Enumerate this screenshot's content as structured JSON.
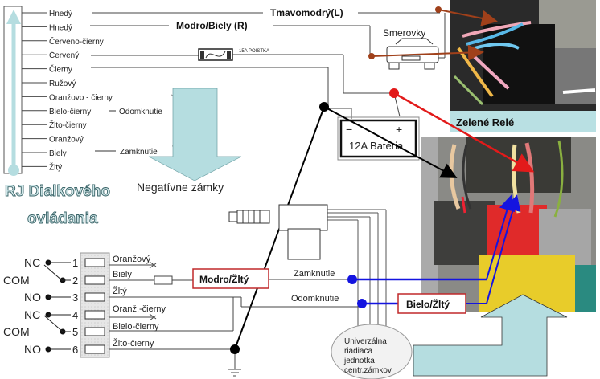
{
  "remote_connector": {
    "wires": [
      {
        "label": "Hnedý"
      },
      {
        "label": "Hnedý"
      },
      {
        "label": "Červeno-čierny"
      },
      {
        "label": "Červený"
      },
      {
        "label": "Čierny"
      },
      {
        "label": "Ružový"
      },
      {
        "label": "Oranžovo - čierny"
      },
      {
        "label": "Bielo-čierny",
        "function": "Odomknutie"
      },
      {
        "label": "Žlto-čierny"
      },
      {
        "label": "Oranžový"
      },
      {
        "label": "Biely",
        "function": "Zamknutie"
      },
      {
        "label": "Žltý"
      }
    ],
    "title_line1": "RJ Dialkového",
    "title_line2": "ovládania"
  },
  "top_wires": {
    "left_turn": "Tmavomodrý(L)",
    "right_turn": "Modro/Biely (R)",
    "fuse": "15A POISTKA",
    "turn_signals": "Smerovky"
  },
  "battery": {
    "label": "12A Batéria",
    "minus": "−",
    "plus": "+"
  },
  "negative_locks": "Negatívne zámky",
  "photo_top_caption": "Zelené Relé",
  "relay_block": {
    "pins": [
      {
        "terminal": "NC",
        "num": "1",
        "wire": "Oranžový"
      },
      {
        "terminal": "COM",
        "num": "2",
        "wire": "Biely"
      },
      {
        "terminal": "NO",
        "num": "3",
        "wire": "Žltý"
      },
      {
        "terminal": "NC",
        "num": "4",
        "wire": "Oranž.-čierny"
      },
      {
        "terminal": "COM",
        "num": "5",
        "wire": "Bielo-čierny"
      },
      {
        "terminal": "NO",
        "num": "6",
        "wire": "Žlto-čierny"
      }
    ]
  },
  "callouts": {
    "modro_zlty": "Modro/Žltý",
    "bielo_zlty": "Bielo/Žltý",
    "zamknutie": "Zamknutie",
    "odomknutie": "Odomknutie"
  },
  "control_unit": {
    "lines": [
      "Univerzálna",
      "riadiaca",
      "jednotka",
      "centr.zámkov"
    ]
  },
  "colors": {
    "arrow_fill": "#b5dde0",
    "callout_border": "#c0282a",
    "blue_wire": "#1414e0",
    "red_wire": "#e21a1a",
    "brown_wire": "#a0401a",
    "caption_bg": "#b9e0e3"
  }
}
